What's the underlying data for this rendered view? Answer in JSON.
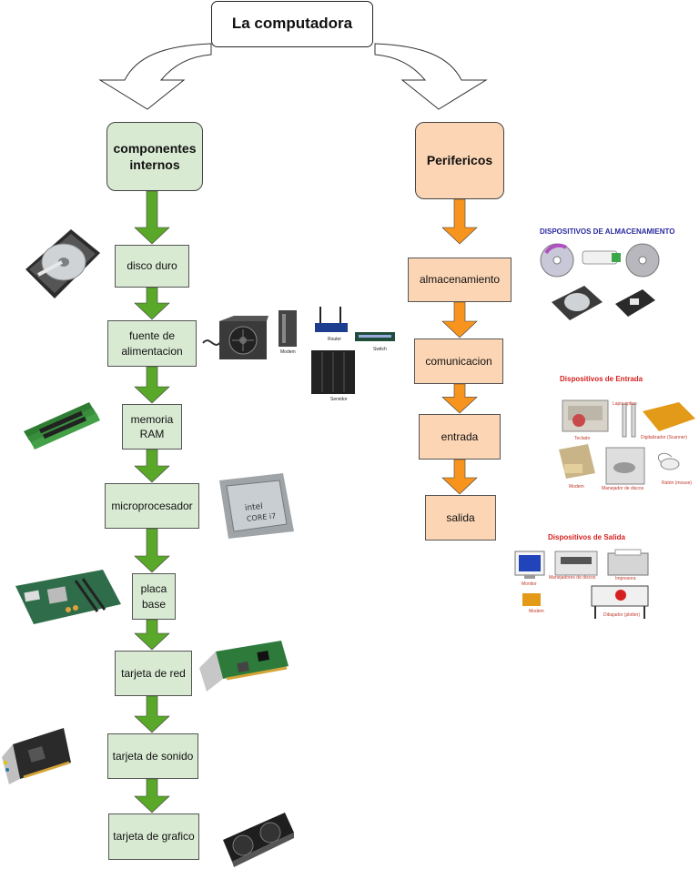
{
  "title": "La computadora",
  "left_branch": {
    "header": "componentes internos",
    "items": [
      "disco duro",
      "fuente de alimentacion",
      "memoria RAM",
      "microprocesador",
      "placa base",
      "tarjeta de red",
      "tarjeta de sonido",
      "tarjeta de grafico"
    ]
  },
  "right_branch": {
    "header": "Perifericos",
    "items": [
      "almacenamiento",
      "comunicacion",
      "entrada",
      "salida"
    ]
  },
  "images": {
    "network": {
      "modem": "Modem",
      "router": "Router",
      "switch": "Switch",
      "server": "Servidor"
    },
    "storage_devices": {
      "title": "DISPOSITIVOS DE ALMACENAMIENTO"
    },
    "input_devices": {
      "title": "Dispositivos de Entrada",
      "labels": [
        "Teclado",
        "Lapiz óptico",
        "Digitalizador (Scanner)",
        "Modem",
        "Manejador de discos",
        "Ratón (mouse)"
      ]
    },
    "output_devices": {
      "title": "Dispositivos de Salida",
      "labels": [
        "Monitor",
        "Manejadores de discos",
        "Impresora",
        "Modem",
        "Dibujador (plotter)"
      ]
    }
  },
  "colors": {
    "green_fill": "#d9ead3",
    "orange_fill": "#fcd5b4",
    "green_arrow": "#5aa829",
    "orange_arrow": "#f7941d",
    "storage_title": "#2a2aa0",
    "io_title": "#d62020"
  }
}
